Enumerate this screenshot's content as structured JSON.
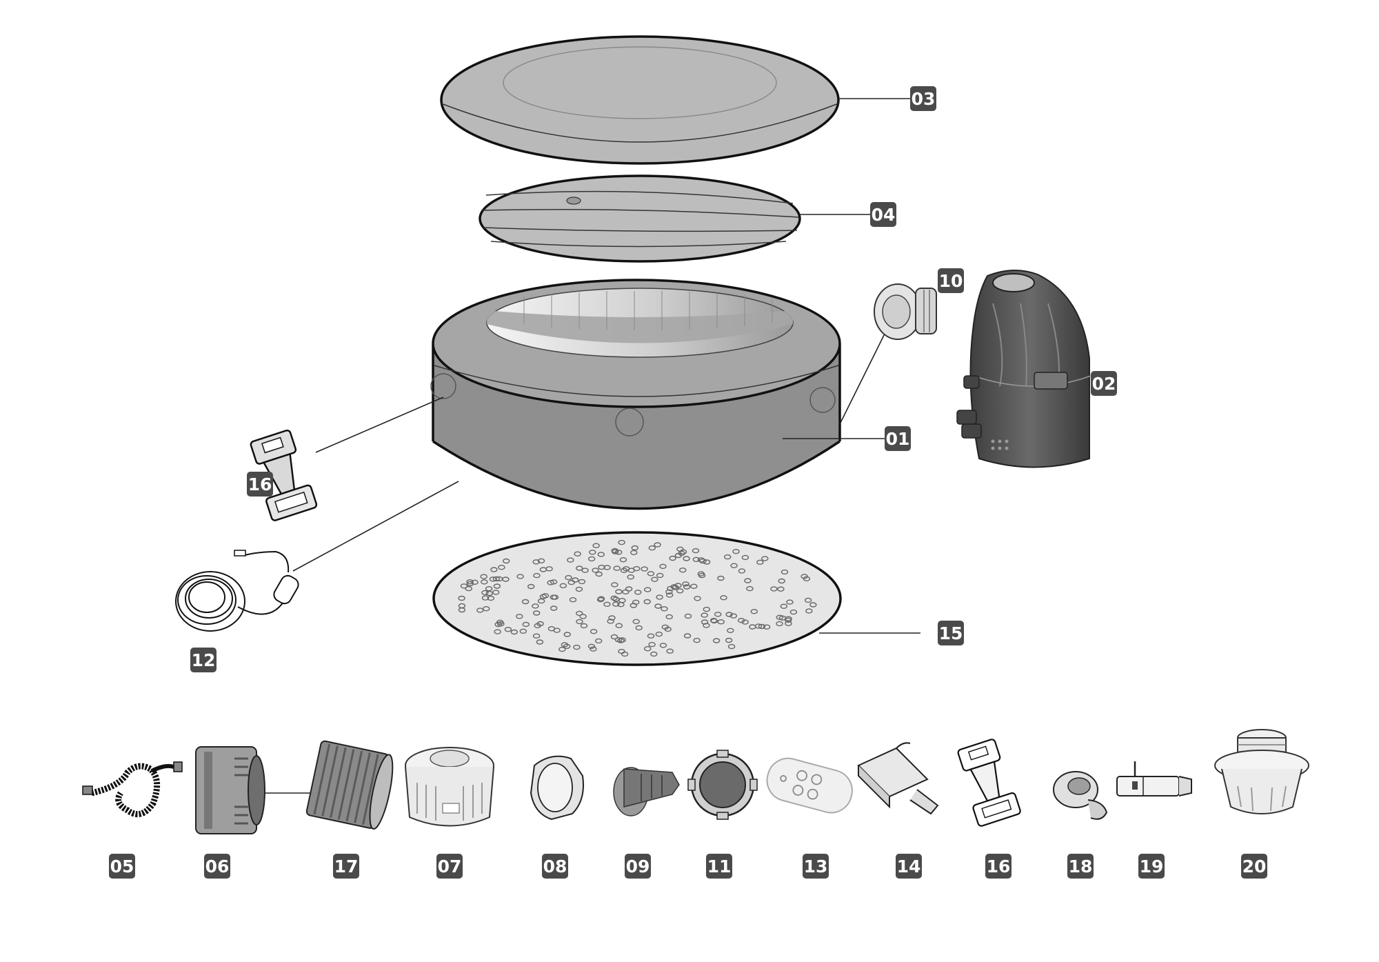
{
  "callouts": {
    "c01": "01",
    "c02": "02",
    "c03": "03",
    "c04": "04",
    "c10": "10",
    "c12": "12",
    "c15": "15",
    "c16a": "16",
    "c05": "05",
    "c06": "06",
    "c17": "17",
    "c07": "07",
    "c08": "08",
    "c09": "09",
    "c11": "11",
    "c13": "13",
    "c14": "14",
    "c16b": "16",
    "c18": "18",
    "c19": "19",
    "c20": "20"
  },
  "colors": {
    "callout_fill": "#4a4a4a",
    "callout_text": "#ffffff",
    "part_gray": "#b8b8b8",
    "part_dark": "#5a5a5a",
    "liner_light": "#e6e6e6"
  }
}
